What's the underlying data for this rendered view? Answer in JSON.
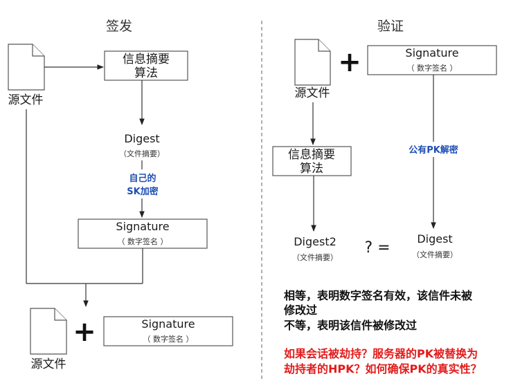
{
  "left": {
    "title": "签发",
    "source_file": "源文件",
    "hash_box": {
      "line1": "信息摘要",
      "line2": "算法"
    },
    "digest": {
      "label": "Digest",
      "sub": "（文件摘要）"
    },
    "encrypt": {
      "line1": "自己的",
      "line2": "SK加密"
    },
    "signature_box": {
      "label": "Signature",
      "sub": "（ 数字签名 ）"
    },
    "bottom_source_file": "源文件",
    "plus": "+",
    "bottom_signature_box": {
      "label": "Signature",
      "sub": "（ 数字签名 ）"
    }
  },
  "right": {
    "title": "验证",
    "source_file": "源文件",
    "plus": "+",
    "signature_box": {
      "label": "Signature",
      "sub": "（ 数字签名 ）"
    },
    "hash_box": {
      "line1": "信息摘要",
      "line2": "算法"
    },
    "decrypt": "公有PK解密",
    "digest2": {
      "label": "Digest2",
      "sub": "（文件摘要）"
    },
    "compare": "? =",
    "digest": {
      "label": "Digest",
      "sub": "（文件摘要）"
    },
    "notes": [
      "相等，表明数字签名有效，该信件未被",
      "修改过",
      "不等，表明该信件被修改过"
    ],
    "warning": [
      "如果会话被劫持？服务器的PK被替换为",
      "劫持者的HPK？如何确保PK的真实性？"
    ]
  },
  "colors": {
    "blue_text": "#1f4fb4",
    "red_text": "#e31b1b"
  }
}
